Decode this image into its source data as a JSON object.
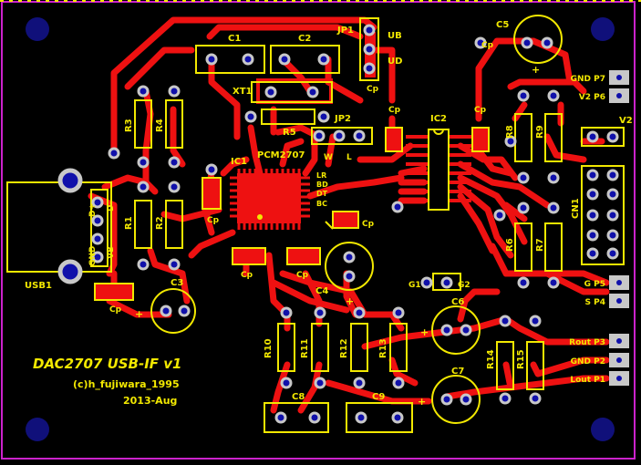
{
  "board": {
    "title": "DAC2707 USB-IF v1",
    "credit": "(c)h_fujiwara_1995",
    "date": "2013-Aug"
  },
  "colors": {
    "background": "#000000",
    "copper": "#ee1111",
    "silkscreen": "#f2e800",
    "outline": "#cc22cc",
    "hole": "#10107a",
    "pad": "#c8c8c8"
  },
  "labels": {
    "c1": "C1",
    "c2": "C2",
    "c3": "C3",
    "c4": "C4",
    "c5": "C5",
    "c6": "C6",
    "c7": "C7",
    "c8": "C8",
    "c9": "C9",
    "r1": "R1",
    "r2": "R2",
    "r3": "R3",
    "r4": "R4",
    "r5": "R5",
    "r6": "R6",
    "r7": "R7",
    "r8": "R8",
    "r9": "R9",
    "r10": "R10",
    "r11": "R11",
    "r12": "R12",
    "r13": "R13",
    "r14": "R14",
    "r15": "R15",
    "ic1": "IC1",
    "ic1_part": "PCM2707",
    "ic2": "IC2",
    "jp1": "JP1",
    "jp2": "JP2",
    "xt1": "XT1",
    "v2": "V2",
    "cn1": "CN1",
    "usb1": "USB1",
    "cp": "Cp",
    "ub": "UB",
    "ud": "UD",
    "w": "W",
    "l": "L",
    "lr": "LR",
    "bd": "BD",
    "dt": "DT",
    "bc": "BC",
    "g1": "G1",
    "g2": "G2",
    "dplus": "D+",
    "dminus": "D-",
    "gnd_usb": "GND",
    "vb": "VB",
    "plus": "+"
  },
  "pins": [
    {
      "id": "p7",
      "label": "GND P7"
    },
    {
      "id": "p6",
      "label": "V2 P6"
    },
    {
      "id": "p5",
      "label": "G P5"
    },
    {
      "id": "p4",
      "label": "S P4"
    },
    {
      "id": "p3",
      "label": "Rout P3"
    },
    {
      "id": "p2",
      "label": "GND P2"
    },
    {
      "id": "p1",
      "label": "Lout P1"
    }
  ]
}
